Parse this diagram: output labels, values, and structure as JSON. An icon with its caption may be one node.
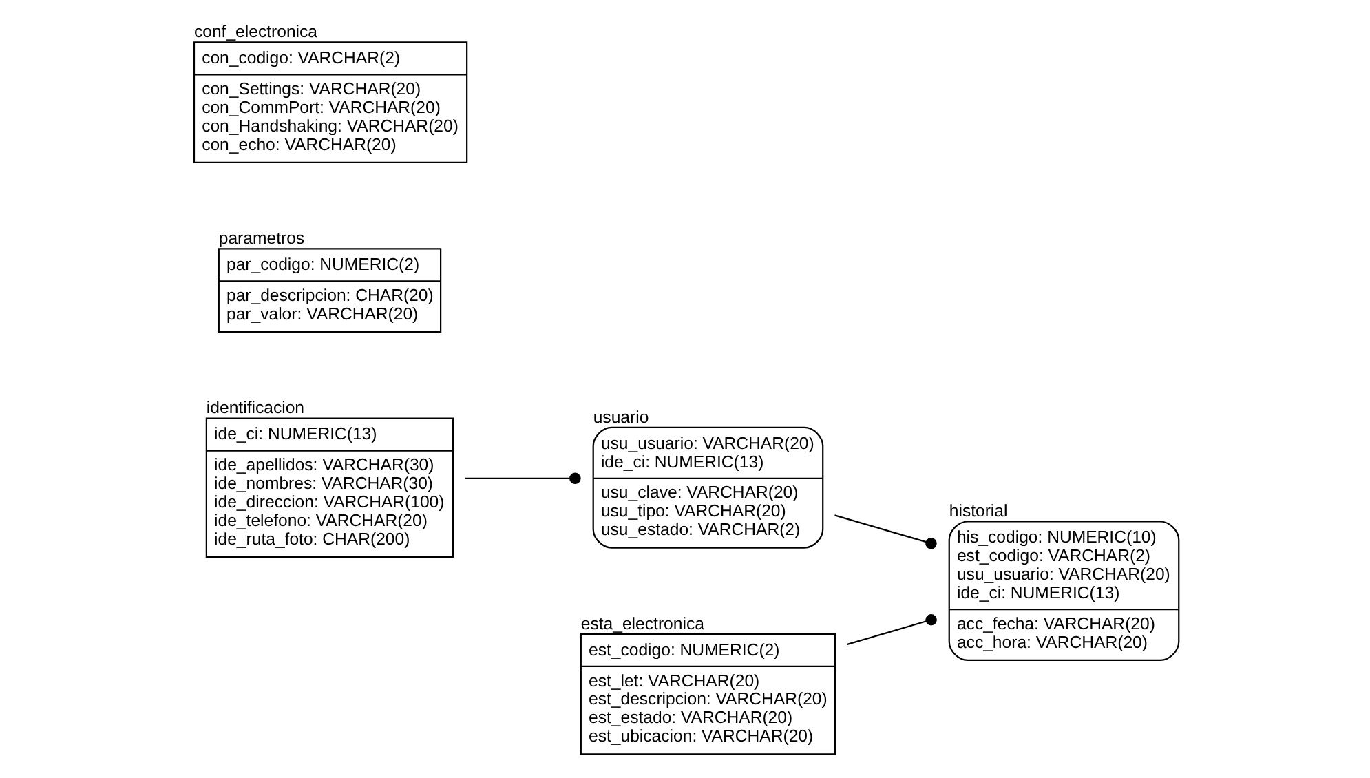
{
  "diagram": {
    "nodes": [
      {
        "text": [
          "identificacion",
          "ide_ci: NUMERIC(13)",
          "ide_apellidos: VARCHAR(30)",
          "ide_nombres: VARCHAR(30)",
          "ide_direccion: VARCHAR(100)",
          "ide_telefono: VARCHAR(20)",
          "ide_ruta_foto: CHAR(200)"
        ]
      },
      {
        "text": [
          "parametros",
          "par_codigo: NUMERIC(2)",
          "par_descripcion: CHAR(20)",
          "par_valor: VARCHAR(20)"
        ]
      },
      {
        "text": [
          "historial",
          "his_codigo: NUMERIC(10)",
          "est_codigo: VARCHAR(2)",
          "usu_usuario: VARCHAR(20)",
          "ide_ci: NUMERIC(13)",
          "acc_fecha: VARCHAR(20)",
          "acc_hora: VARCHAR(20)"
        ]
      },
      {
        "text": [
          "usuario",
          "usu_usuario: VARCHAR(20)",
          "ide_ci: NUMERIC(13)",
          "usu_clave: VARCHAR(20)",
          "usu_tipo: VARCHAR(20)",
          "usu_estado: VARCHAR(2)"
        ]
      },
      {
        "text": [
          "conf_electronica",
          "con_codigo: VARCHAR(2)",
          "con_Settings: VARCHAR(20)",
          "con_CommPort: VARCHAR(20)",
          "con_Handshaking: VARCHAR(20)",
          "con_echo: VARCHAR(20)"
        ]
      },
      {
        "text": [
          "esta_electronica",
          "est_codigo: NUMERIC(2)",
          "est_let: VARCHAR(20)",
          "est_descripcion: VARCHAR(20)",
          "est_estado: VARCHAR(20)",
          "est_ubicacion: VARCHAR(20)"
        ]
      }
    ],
    "edges": [
      {
        "from": 0,
        "to": 3,
        "arrow": "other"
      },
      {
        "from": 3,
        "to": 2,
        "arrow": "other"
      },
      {
        "from": 5,
        "to": 2,
        "arrow": "other"
      }
    ]
  }
}
